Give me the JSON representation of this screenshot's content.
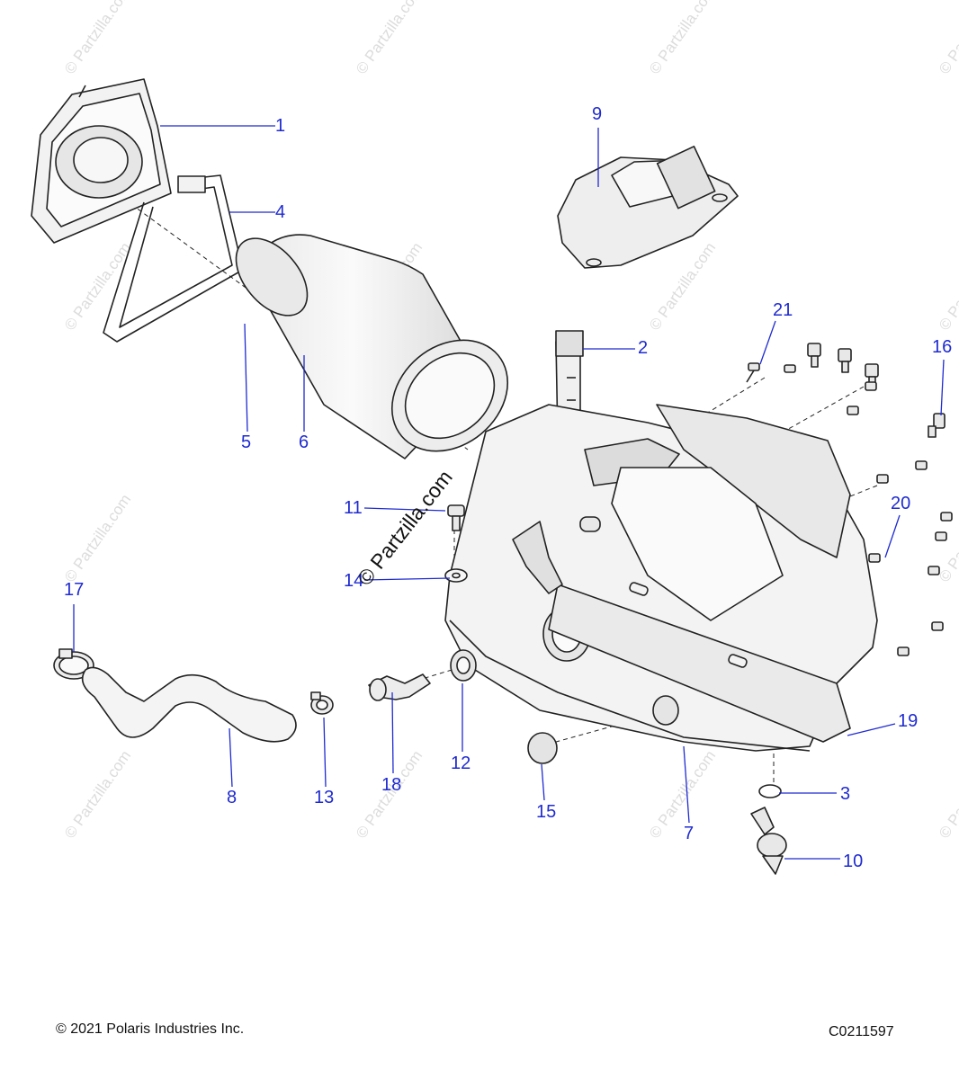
{
  "watermark": {
    "text": "© Partzilla.com",
    "center_text": "© Partzilla.com"
  },
  "callouts": {
    "c1": "1",
    "c2": "2",
    "c3": "3",
    "c4": "4",
    "c5": "5",
    "c6": "6",
    "c7": "7",
    "c8": "8",
    "c9": "9",
    "c10": "10",
    "c11": "11",
    "c12": "12",
    "c13": "13",
    "c14": "14",
    "c15": "15",
    "c16": "16",
    "c17": "17",
    "c18": "18",
    "c19": "19",
    "c20": "20",
    "c21": "21"
  },
  "footer": {
    "copyright": "© 2021 Polaris Industries Inc.",
    "diagram_code": "C0211597"
  },
  "colors": {
    "callout": "#1f2bd1",
    "line_art": "#222222",
    "part_fill": "#f1f1f1"
  }
}
